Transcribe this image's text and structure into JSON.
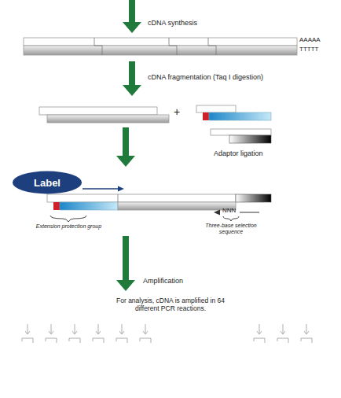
{
  "diagram": {
    "nodes": [
      {
        "text": [
          "Label"
        ]
      }
    ],
    "labels": [
      "cDNA synthesis",
      "AAAAA",
      "TTTTT",
      "cDNA fragmentation (Taq I digestion)",
      "+",
      "Adaptor ligation",
      "Extension protection group",
      "NNN",
      "Three-base selection sequence",
      "Amplification",
      "For analysis, cDNA is amplified in 64 different PCR reactions."
    ]
  }
}
